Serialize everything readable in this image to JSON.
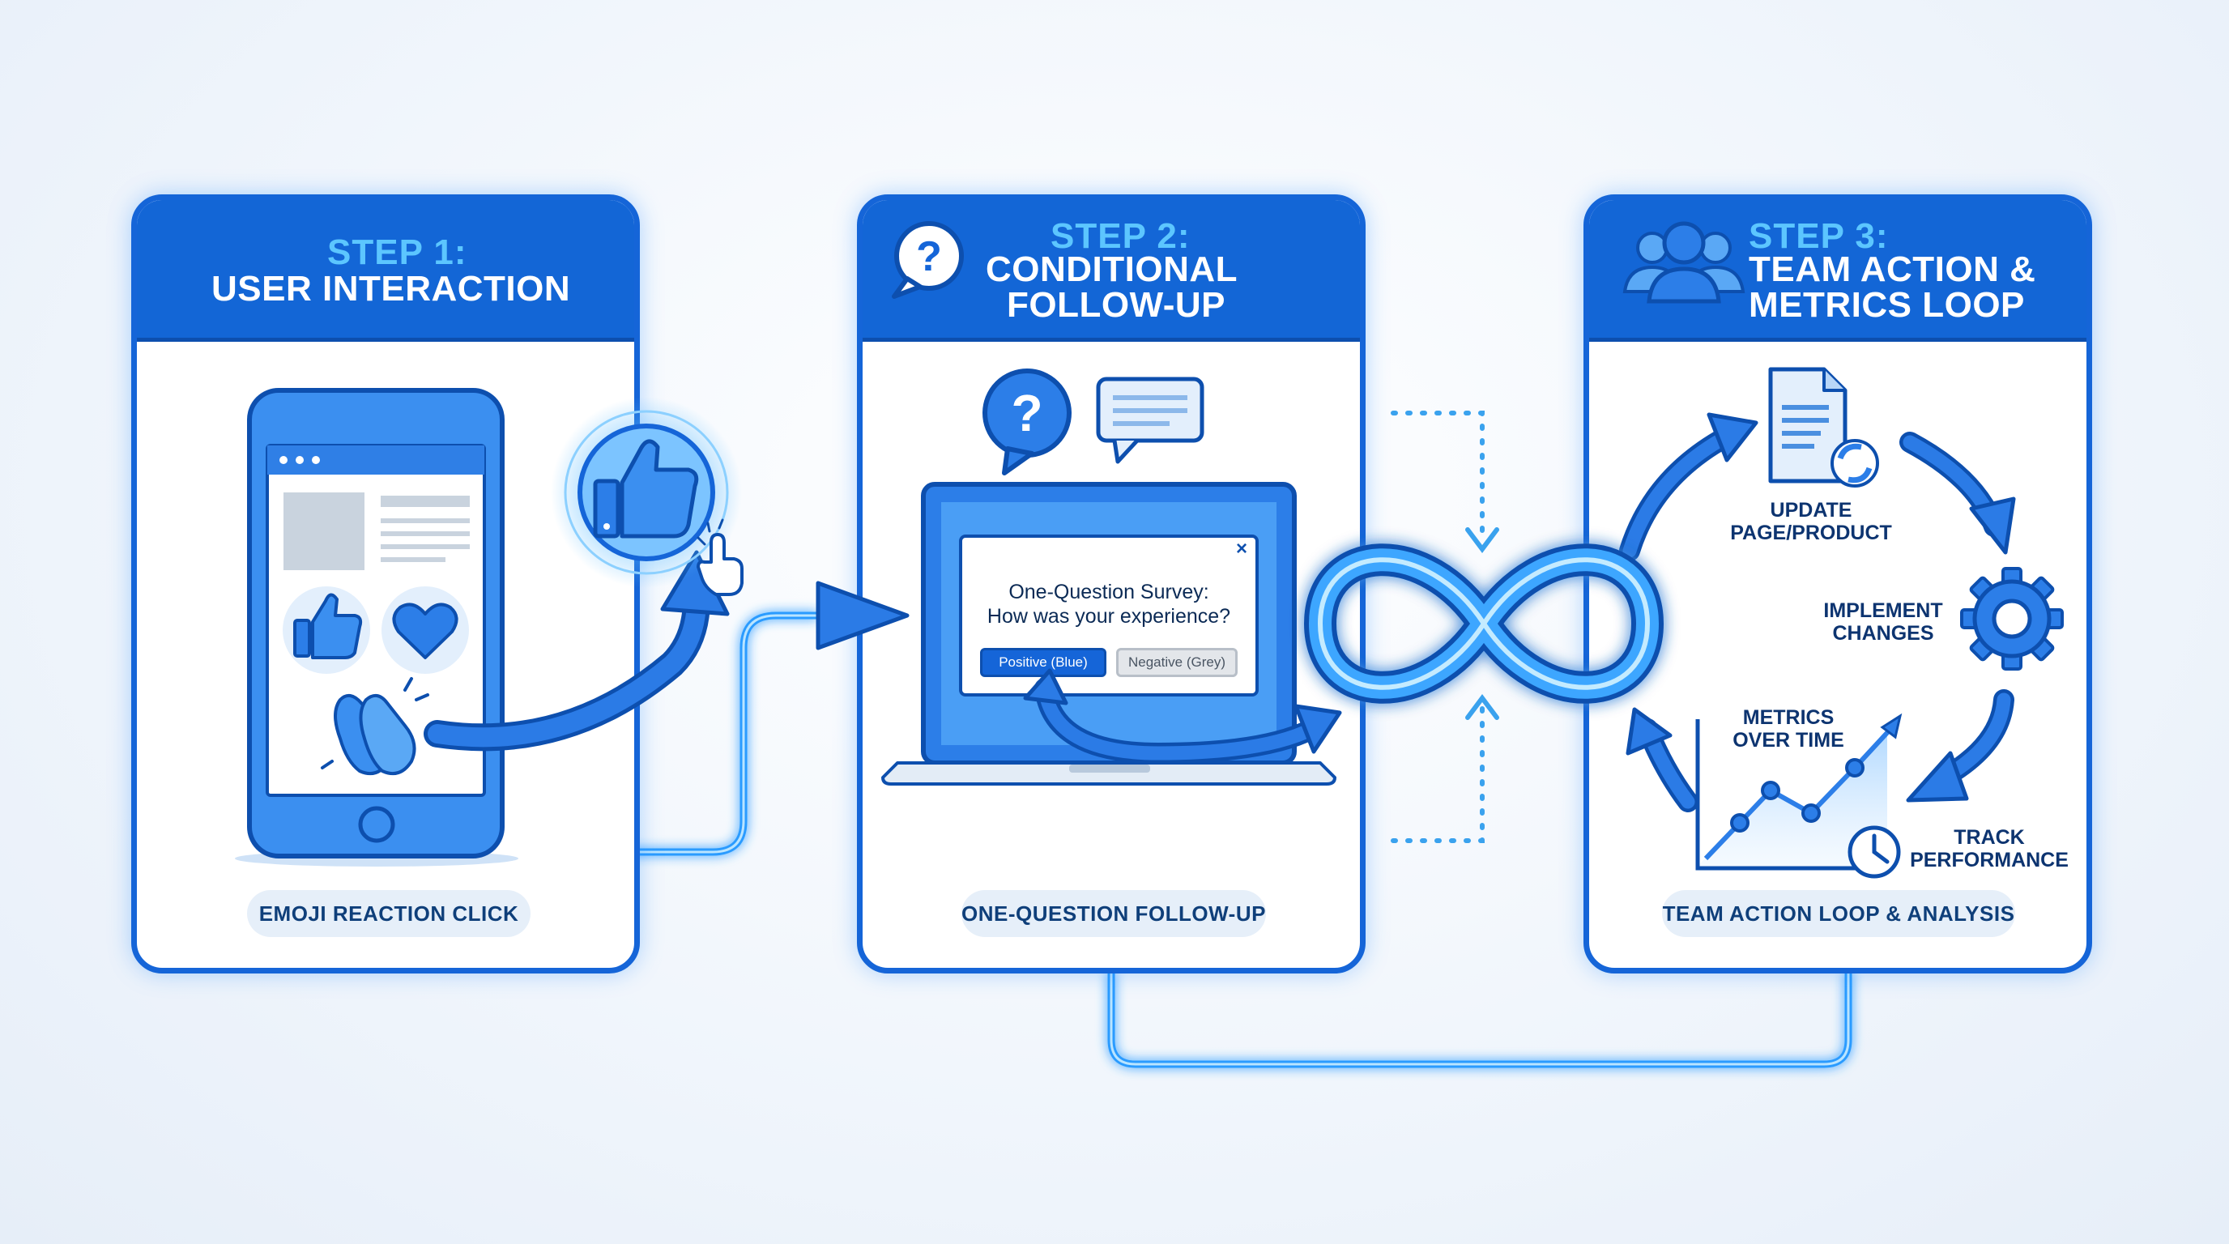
{
  "colors": {
    "primary": "#1565d8",
    "dark_blue": "#0d4fae",
    "light_blue": "#5cc6ff",
    "glow": "#2b9bff",
    "pill_bg": "#e6eff9",
    "text_dark": "#0d3470"
  },
  "step1": {
    "label": "STEP 1:",
    "title_line1": "USER INTERACTION",
    "caption": "EMOJI REACTION CLICK",
    "icons": [
      "smartphone-icon",
      "thumbs-up-icon",
      "heart-icon",
      "clapping-hands-icon",
      "pointer-hand-icon"
    ]
  },
  "step2": {
    "label": "STEP 2:",
    "title_line1": "CONDITIONAL",
    "title_line2": "FOLLOW-UP",
    "caption": "ONE-QUESTION FOLLOW-UP",
    "survey": {
      "close": "×",
      "question_line1": "One-Question Survey:",
      "question_line2": "How was your experience?",
      "positive_button": "Positive (Blue)",
      "negative_button": "Negative (Grey)"
    },
    "icons": [
      "question-bubble-icon",
      "chat-bubble-icon",
      "laptop-icon"
    ]
  },
  "step3": {
    "label": "STEP 3:",
    "title_line1": "TEAM ACTION &",
    "title_line2": "METRICS LOOP",
    "caption": "TEAM ACTION LOOP & ANALYSIS",
    "update_line1": "UPDATE",
    "update_line2": "PAGE/PRODUCT",
    "implement_line1": "IMPLEMENT",
    "implement_line2": "CHANGES",
    "metrics_line1": "METRICS",
    "metrics_line2": "OVER TIME",
    "track_line1": "TRACK",
    "track_line2": "PERFORMANCE",
    "icons": [
      "team-icon",
      "document-refresh-icon",
      "gear-icon",
      "line-chart-icon",
      "clock-icon"
    ]
  },
  "connectors": [
    "infinity-loop-icon"
  ]
}
